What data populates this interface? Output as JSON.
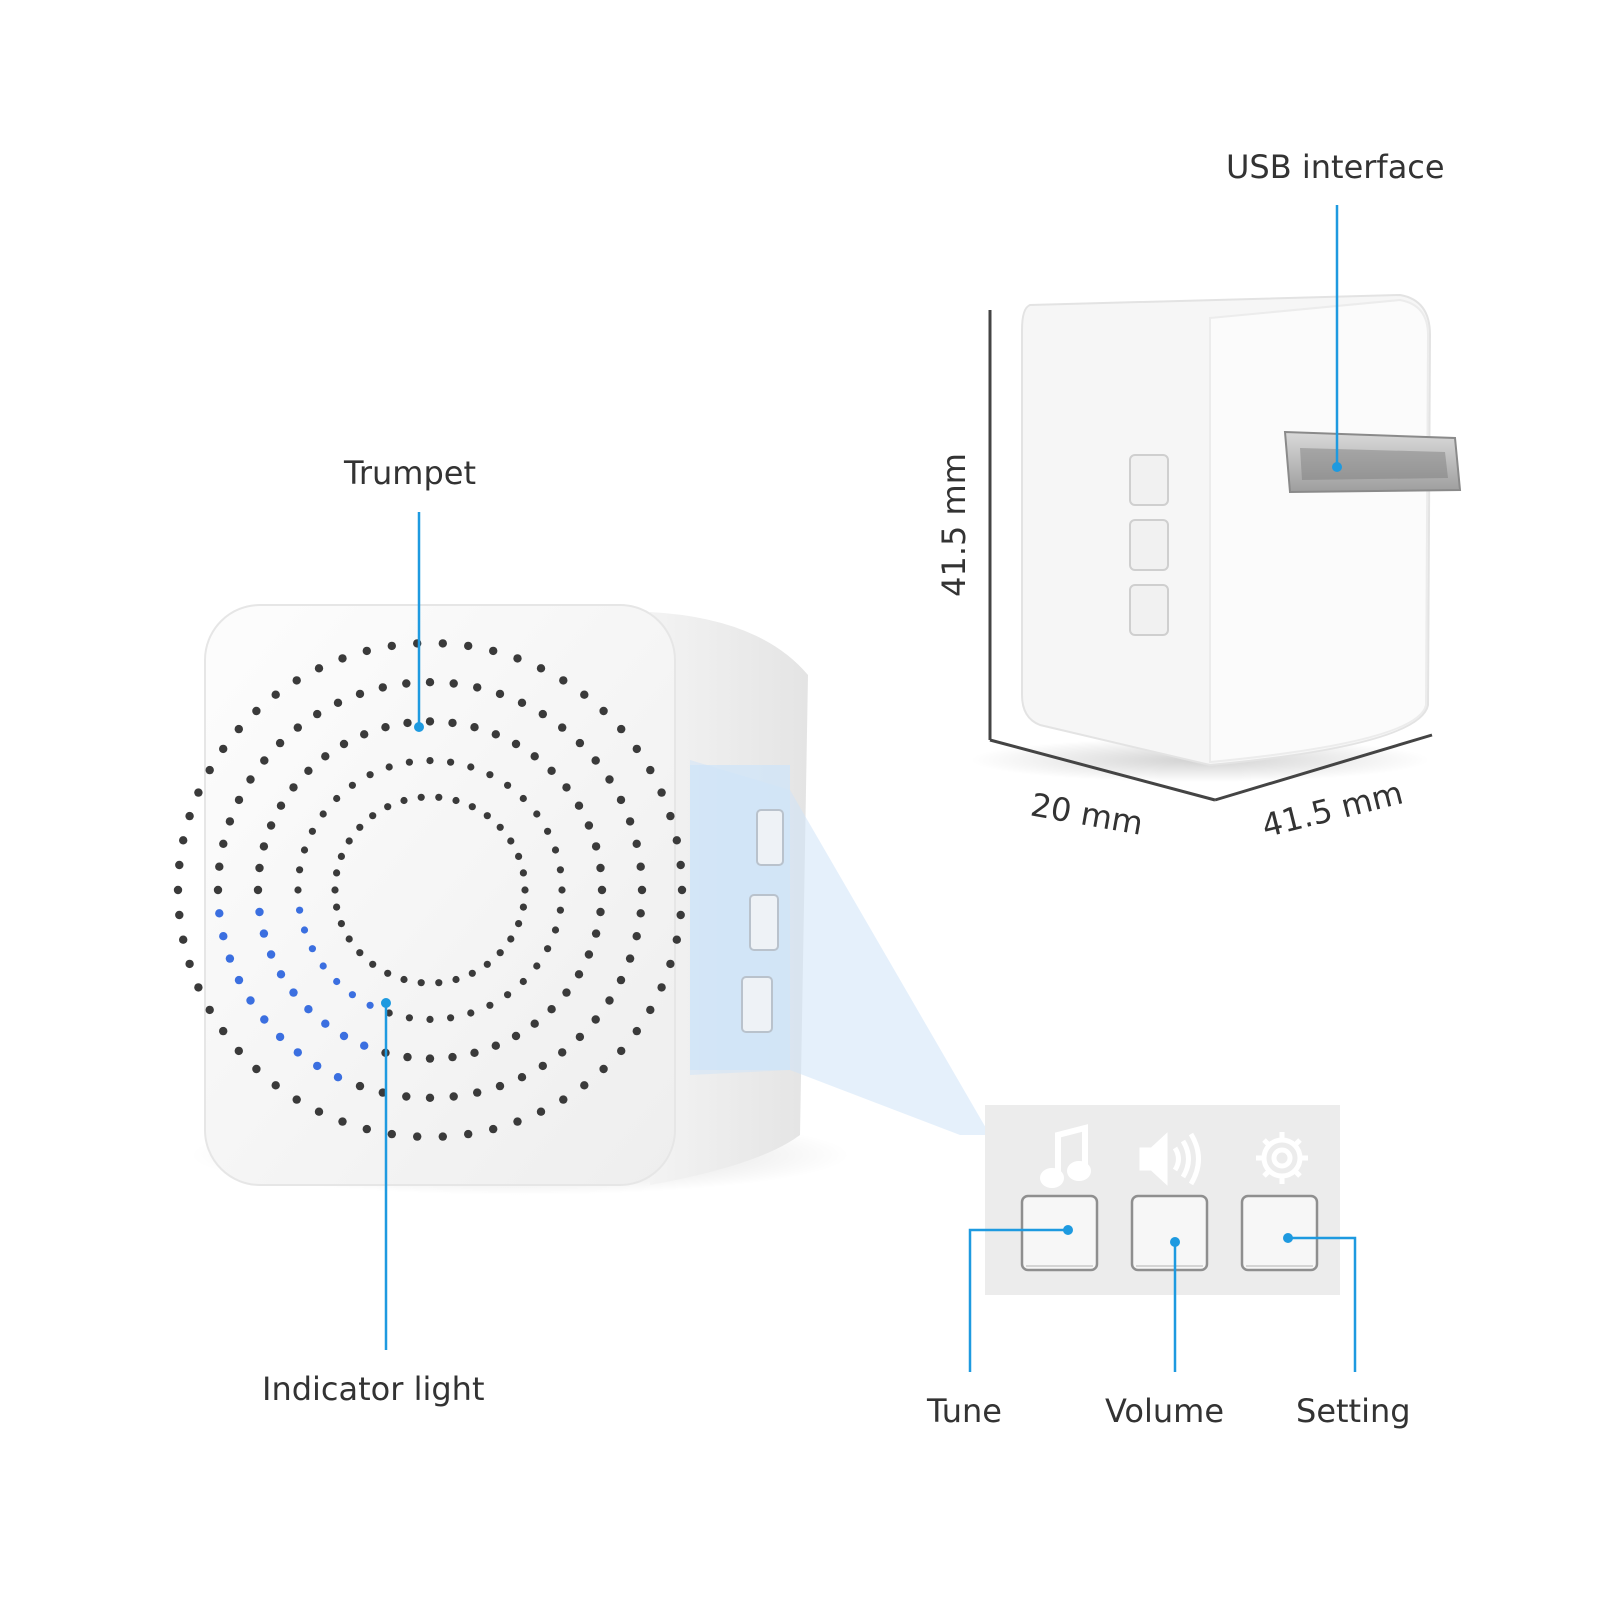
{
  "labels": {
    "trumpet": "Trumpet",
    "indicator_light": "Indicator light",
    "usb_interface": "USB interface",
    "tune": "Tune",
    "volume": "Volume",
    "setting": "Setting"
  },
  "dimensions": {
    "height": "41.5 mm",
    "depth": "20 mm",
    "width": "41.5 mm"
  },
  "colors": {
    "callout_line": "#1e9ae0",
    "indicator_blue": "#3b6fe0",
    "device_white": "#f7f7f7",
    "zoom_highlight": "#cfe4f8"
  },
  "icons": [
    "music-note-icon",
    "speaker-volume-icon",
    "gear-icon"
  ]
}
